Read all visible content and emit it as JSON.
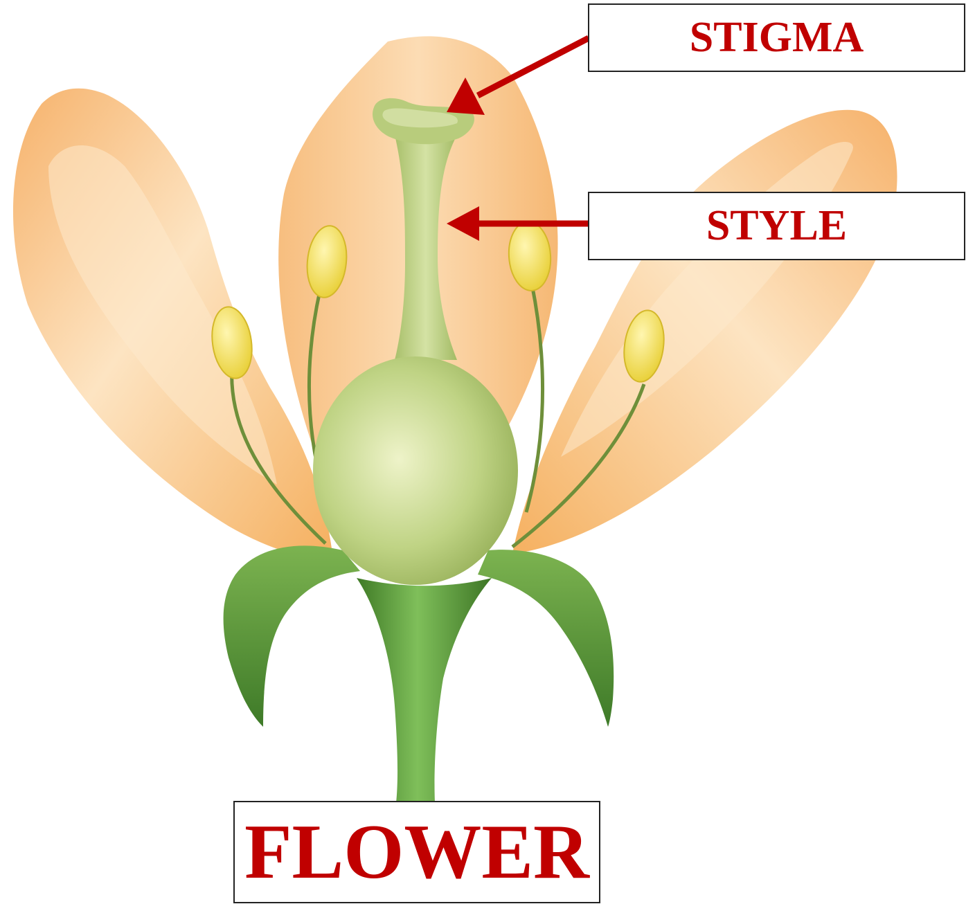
{
  "labels": {
    "stigma": "STIGMA",
    "style": "STYLE"
  },
  "title": "FLOWER",
  "colors": {
    "label_text": "#c00000",
    "arrow": "#c00000",
    "petal": "#f6b26b",
    "petal_light": "#fde9cc",
    "pistil": "#b7cd7a",
    "pistil_light": "#e6efbf",
    "sepal": "#5f9a3a",
    "stem": "#6aa84f",
    "anther": "#f5e05a",
    "filament": "#6e8f3a"
  }
}
